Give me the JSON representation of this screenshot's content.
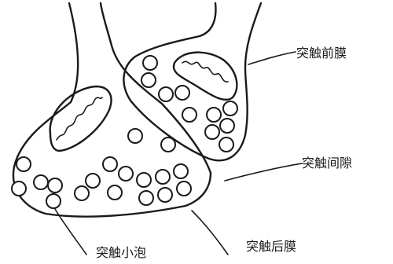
{
  "labels": {
    "presynaptic_membrane": "突触前膜",
    "synaptic_cleft": "突触间隙",
    "postsynaptic_membrane": "突触后膜",
    "synaptic_vesicle": "突触小泡"
  },
  "colors": {
    "ink": "#1a1a1a",
    "background": "#ffffff"
  }
}
